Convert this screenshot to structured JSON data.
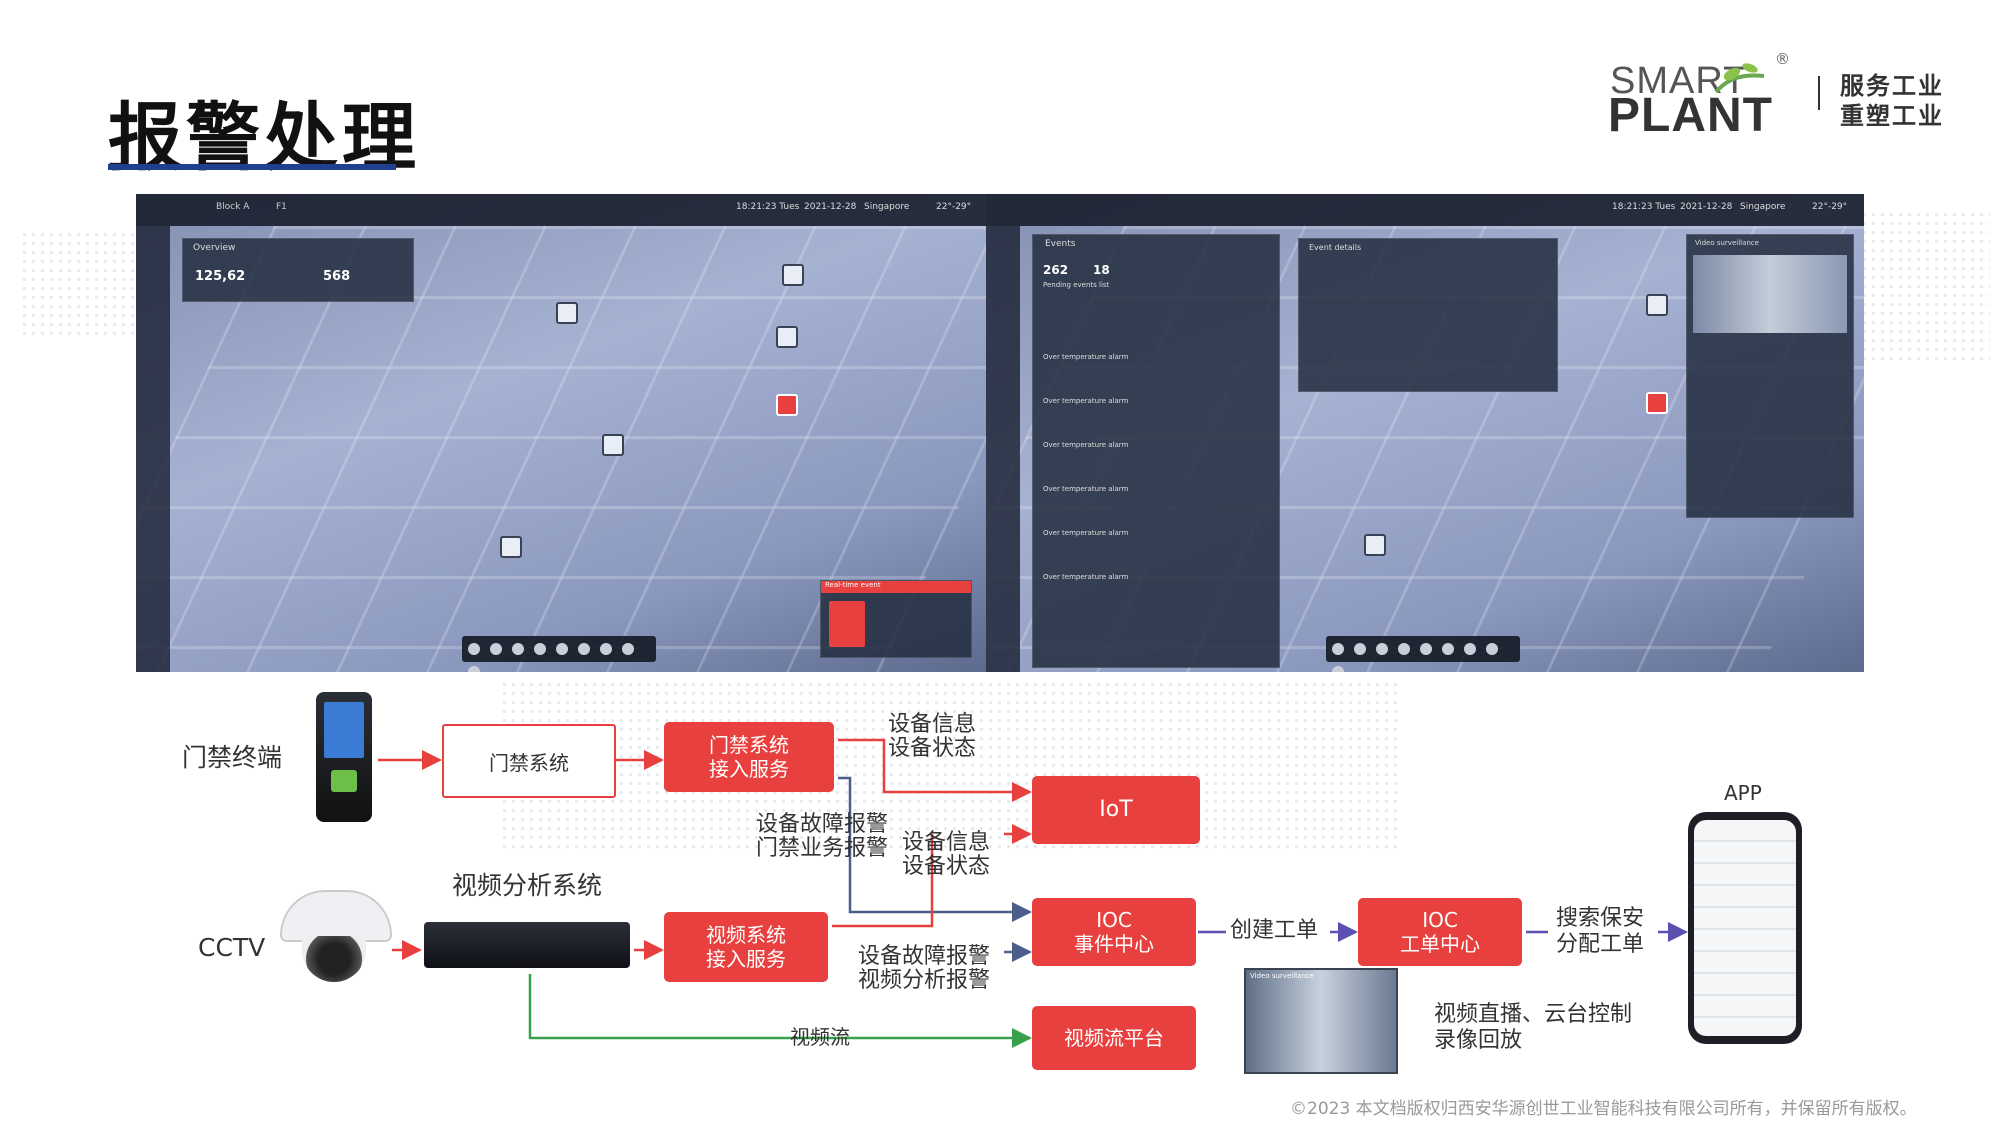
{
  "page_title": "报警处理",
  "logo": {
    "line1": "SMART",
    "line2": "PLANT",
    "reg": "®",
    "slogan_line1": "服务工业",
    "slogan_line2": "重塑工业"
  },
  "screenshot_left": {
    "time": "18:21:23 Tues",
    "date": "2021-12-28",
    "location": "Singapore",
    "weather": "22°-29°",
    "selector1": "Block A",
    "selector2": "F1",
    "overview_title": "Overview",
    "stat1": "125,62",
    "stat2": "568",
    "alarm_title": "Real-time event"
  },
  "screenshot_right": {
    "time": "18:21:23 Tues",
    "date": "2021-12-28",
    "location": "Singapore",
    "weather": "22°-29°",
    "events_title": "Events",
    "events_stat1": "262",
    "events_stat2": "18",
    "pending_label": "Pending events list",
    "details_title": "Event details",
    "video_title": "Video surveillance",
    "event_rows": [
      "Over temperature alarm",
      "Over temperature alarm",
      "Over temperature alarm",
      "Over temperature alarm",
      "Over temperature alarm",
      "Over temperature alarm"
    ]
  },
  "diagram": {
    "access_terminal": "门禁终端",
    "access_system": "门禁系统",
    "access_service_l1": "门禁系统",
    "access_service_l2": "接入服务",
    "device_info_1": "设备信息",
    "device_status_1": "设备状态",
    "fault_alarm_1": "设备故障报警",
    "biz_alarm": "门禁业务报警",
    "device_info_2": "设备信息",
    "device_status_2": "设备状态",
    "iot": "IoT",
    "video_analysis_system": "视频分析系统",
    "cctv": "CCTV",
    "video_service_l1": "视频系统",
    "video_service_l2": "接入服务",
    "fault_alarm_2": "设备故障报警",
    "video_alarm": "视频分析报警",
    "ioc_event_l1": "IOC",
    "ioc_event_l2": "事件中心",
    "create_ticket": "创建工单",
    "ioc_ticket_l1": "IOC",
    "ioc_ticket_l2": "工单中心",
    "search_l1": "搜索保安",
    "search_l2": "分配工单",
    "app_label": "APP",
    "video_stream": "视频流",
    "video_platform": "视频流平台",
    "live_l1": "视频直播、云台控制",
    "live_l2": "录像回放",
    "thumb_title": "Video surveillance"
  },
  "colors": {
    "accent_red": "#e8403f",
    "arrow_blue": "#4a5e8c",
    "arrow_green": "#36a04a",
    "title_blue": "#1f3f8f"
  },
  "footer": "©2023 本文档版权归西安华源创世工业智能科技有限公司所有，并保留所有版权。"
}
